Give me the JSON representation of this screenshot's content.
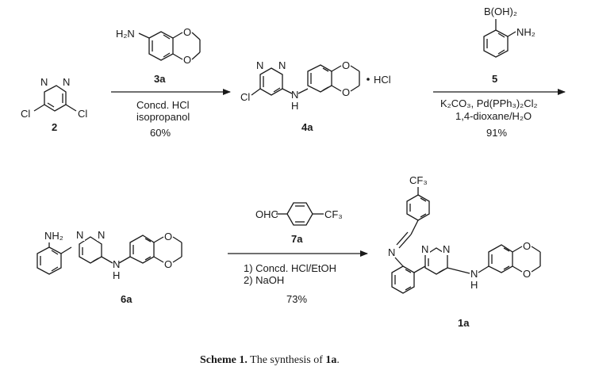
{
  "compounds": {
    "c2": {
      "label": "2"
    },
    "c3a": {
      "label": "3a"
    },
    "c4a": {
      "label": "4a"
    },
    "c5": {
      "label": "5"
    },
    "c6a": {
      "label": "6a"
    },
    "c7a": {
      "label": "7a"
    },
    "c1a": {
      "label": "1a"
    }
  },
  "atoms": {
    "N": "N",
    "NH": "N",
    "H": "H",
    "O": "O",
    "Cl": "Cl",
    "H2N": "H₂N",
    "NH2": "NH₂",
    "BOH2": "B(OH)₂",
    "CF3": "CF₃",
    "OHC": "OHC",
    "HCl_salt": "HCl"
  },
  "step1": {
    "line1": "Concd. HCl",
    "line2": "isopropanol",
    "yield": "60%"
  },
  "step2": {
    "line1": "K₂CO₃, Pd(PPh₃)₂Cl₂",
    "line2": "1,4-dioxane/H₂O",
    "yield": "91%"
  },
  "step3": {
    "line1": "1) Concd. HCl/EtOH",
    "line2": "2) NaOH",
    "yield": "73%"
  },
  "caption": {
    "prefix": "Scheme 1.",
    "text": " The synthesis of ",
    "compound": "1a",
    "suffix": "."
  }
}
